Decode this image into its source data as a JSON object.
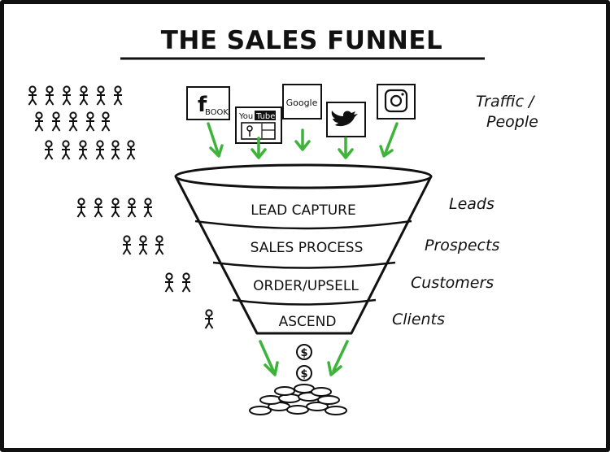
{
  "title": "THE SALES FUNNEL",
  "traffic_label_line1": "Traffic /",
  "traffic_label_line2": "People",
  "sources": [
    {
      "name": "facebook",
      "text_main": "f",
      "text_sub": "BOOK",
      "icon": "facebook-icon"
    },
    {
      "name": "youtube",
      "text_main": "You",
      "text_sub": "Tube",
      "icon": "youtube-icon"
    },
    {
      "name": "google",
      "text_main": "Google",
      "icon": "google-icon"
    },
    {
      "name": "twitter",
      "icon": "twitter-bird-icon"
    },
    {
      "name": "instagram",
      "icon": "instagram-icon"
    }
  ],
  "stages": [
    {
      "label": "LEAD CAPTURE",
      "audience": "Leads"
    },
    {
      "label": "SALES PROCESS",
      "audience": "Prospects"
    },
    {
      "label": "ORDER/UPSELL",
      "audience": "Customers"
    },
    {
      "label": "ASCEND",
      "audience": "Clients"
    }
  ],
  "output_icons": [
    "dollar-coin-icon",
    "dollar-coin-icon",
    "coin-pile-icon"
  ],
  "colors": {
    "arrow": "#3db33a",
    "ink": "#111111",
    "background": "#ffffff"
  }
}
